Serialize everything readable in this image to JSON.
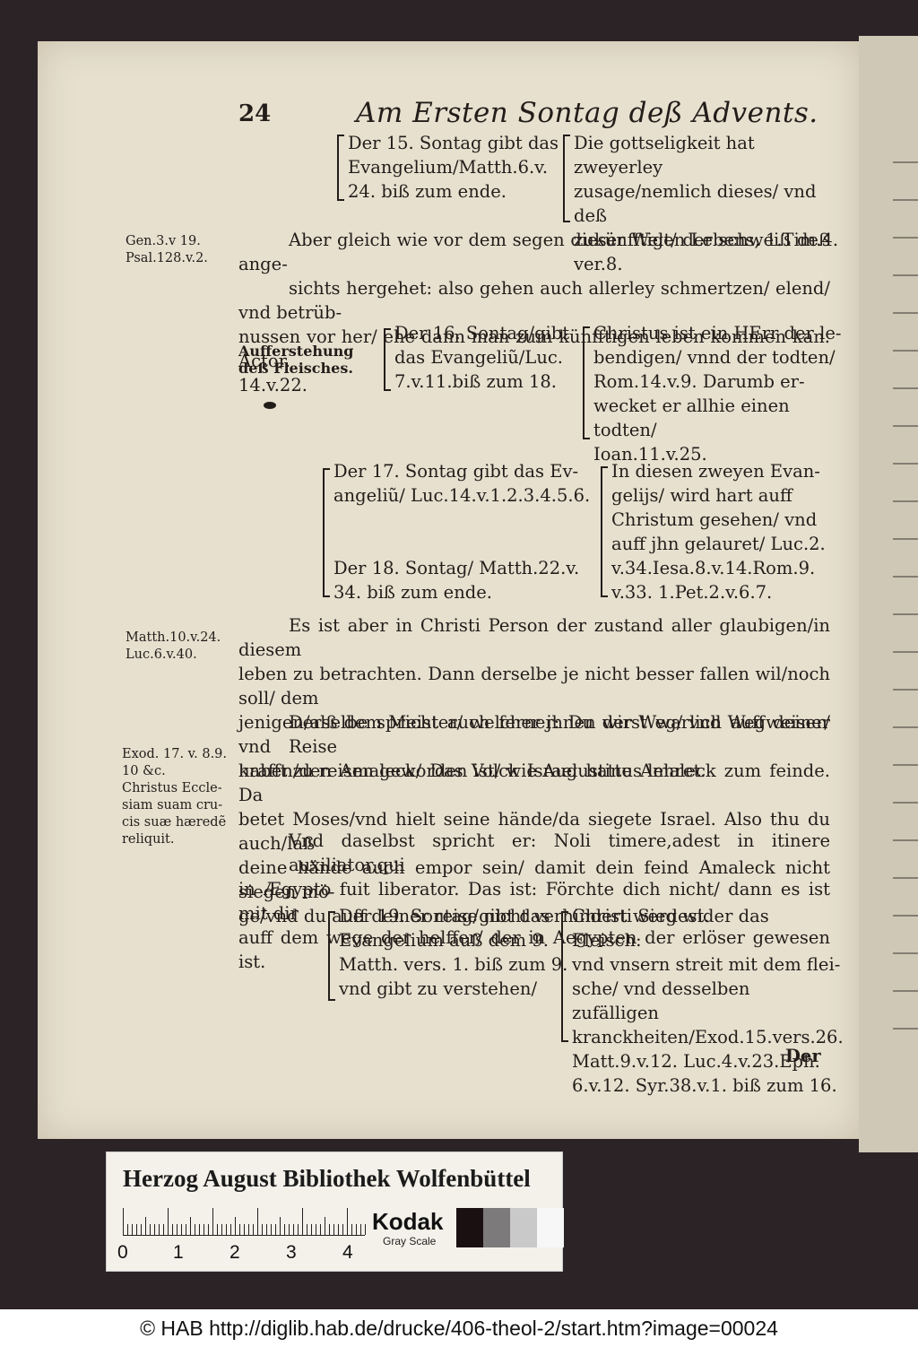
{
  "header": {
    "page_number": "24",
    "running_title": "Am Ersten Sontag deß Advents."
  },
  "blocks": {
    "b1_left": [
      "Der 15. Sontag gibt das",
      "Evangelium/Matth.6.v.",
      "24. biß zum ende."
    ],
    "b1_right": [
      "Die gottseligkeit hat zweyerley",
      "zusage/nemlich dieses/ vnd deß",
      "zukünfftigen Lebens, 1.Tim.4.",
      "ver.8."
    ],
    "p1": [
      "Aber gleich wie vor dem segen dieser Welt/ der schweiß deß ange-",
      "sichts hergehet: also gehen auch allerley schmertzen/ elend/ vnd betrüb-",
      "nussen vor her/ ehe dann man zum künfftigen leben kommen kan. Actor.",
      "14.v.22."
    ],
    "b2_margin": [
      "Aufferstehung",
      "deß Fleisches."
    ],
    "b2_left": [
      "Der 16. Sontag/gibt",
      "das Evangeliũ/Luc.",
      "7.v.11.biß zum 18."
    ],
    "b2_right": [
      "Christus ist ein HErr der le-",
      "bendigen/ vnnd der todten/",
      "Rom.14.v.9. Darumb er-",
      "wecket er allhie einen todten/",
      "Ioan.11.v.25."
    ],
    "b3_left_a": [
      "Der 17. Sontag gibt das Ev-",
      "angeliũ/ Luc.14.v.1.2.3.4.5.6."
    ],
    "b3_left_b": [
      "Der 18. Sontag/ Matth.22.v.",
      "34. biß zum ende."
    ],
    "b3_right": [
      "In diesen zweyen Evan-",
      "gelijs/ wird hart auff",
      "Christum gesehen/ vnd",
      "auff jhn gelauret/ Luc.2.",
      "v.34.Iesa.8.v.14.Rom.9.",
      "v.33. 1.Pet.2.v.6.7."
    ],
    "p2": [
      "Es ist aber in Christi Person der zustand aller glaubigen/in diesem",
      "leben zu betrachten. Dann derselbe je nicht besser fallen wil/noch soll/ dem",
      "jenigen/alß dem Meister/ welcher jhnen der Weg/ vnd Wegweiser/ vnd",
      "krafft zu reisen geworden ist/ wie Augustinus lehret."
    ],
    "p3": [
      "Derselbe spricht auch ferner: Du wirst warlich auff deiner Reise",
      "haben/den Amaleck/ Das Volck Israel hatte Amaleck zum feinde. Da",
      "betet Moses/vnd hielt seine hände/da siegete Israel. Also thu du auch/laß",
      "deine hände auch empor sein/ damit dein feind Amaleck nicht siegen mö-",
      "ge/vnd du auff deiner reise nicht verhindert werdest."
    ],
    "p4": [
      "Vnd daselbst spricht er: Noli timere,adest in itinere auxiliator,qui",
      "in Ægypto fuit liberator. Das ist: Förchte dich nicht/ dann es ist mit dir",
      "auff dem wege der helffer/ der in Aegypten der erlöser gewesen ist."
    ],
    "b4_left": [
      "Der 19. Sontag/gibt das",
      "Evangelium auß dem 9.",
      "Matth. vers. 1. biß zum 9.",
      "vnd gibt zu verstehen/"
    ],
    "b4_right": [
      "Christi Sieg wider das Fleisch:",
      "vnd vnsern streit mit dem flei-",
      "sche/ vnd desselben zufälligen",
      "kranckheiten/Exod.15.vers.26.",
      "Matt.9.v.12. Luc.4.v.23.Eph.",
      "6.v.12. Syr.38.v.1. biß zum 16."
    ],
    "catchword": "Der"
  },
  "margins": {
    "m1": [
      "Gen.3.v 19.",
      "Psal.128.v.2."
    ],
    "m2": [
      "Matth.10.v.24.",
      "Luc.6.v.40."
    ],
    "m3": [
      "Exod. 17. v. 8.9.",
      "10 &c.",
      "Christus Eccle-",
      "siam suam cru-",
      "cis suæ hæredẽ",
      "reliquit."
    ]
  },
  "card": {
    "title": "Herzog August Bibliothek Wolfenbüttel",
    "ruler_numbers": [
      "0",
      "1",
      "2",
      "3",
      "4"
    ],
    "brand": "Kodak",
    "scale_label": "Gray Scale",
    "swatch_colors": [
      "#1a1012",
      "#7d7a7b",
      "#c9c9c9",
      "#f7f7f7"
    ]
  },
  "footer": {
    "credit": "© HAB http://diglib.hab.de/drucke/406-theol-2/start.htm?image=00024"
  }
}
